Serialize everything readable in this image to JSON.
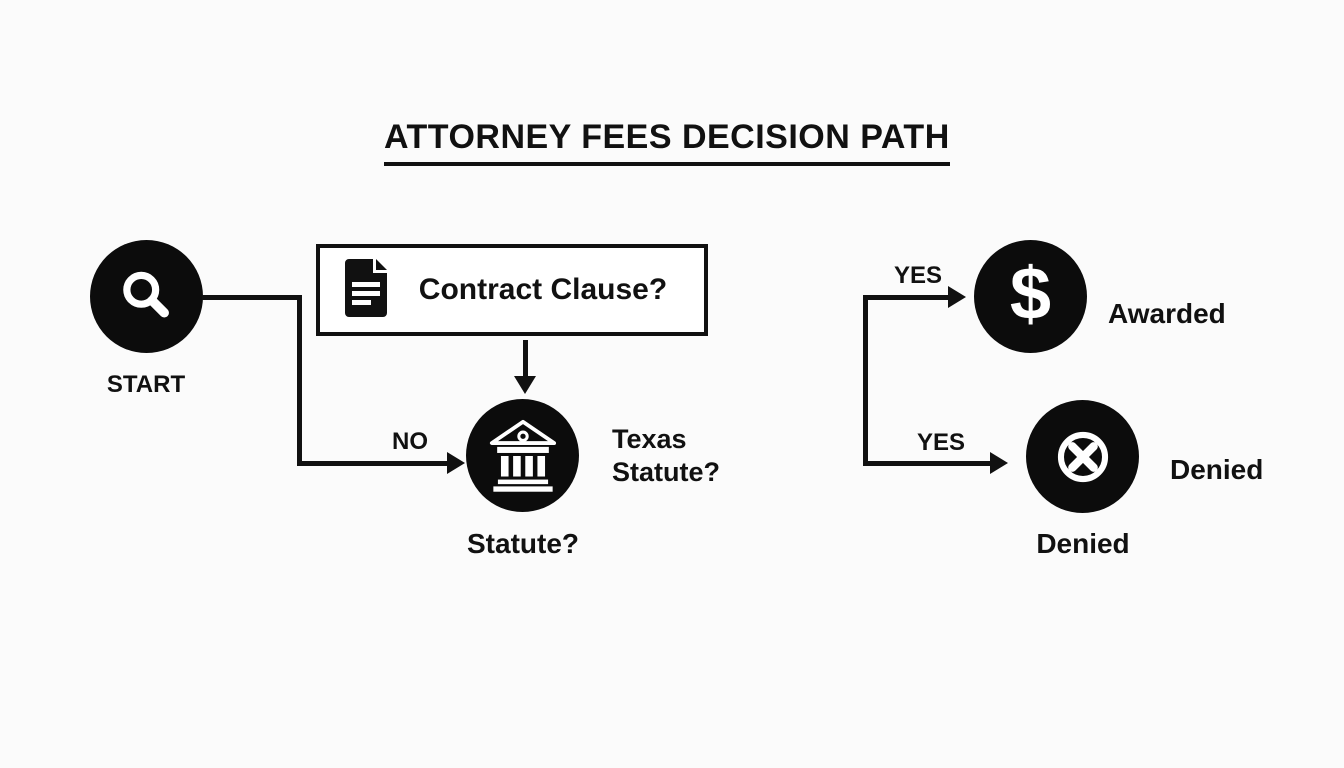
{
  "title": "ATTORNEY FEES DECISION PATH",
  "colors": {
    "ink": "#111111",
    "background": "#fbfbfb",
    "node_fill": "#0c0c0c",
    "icon_on_node": "#ffffff",
    "box_fill": "#ffffff"
  },
  "nodes": {
    "start": {
      "label": "START",
      "icon": "magnifier-icon"
    },
    "contract_clause": {
      "label": "Contract Clause?",
      "icon": "document-icon"
    },
    "texas_statute": {
      "side_label_line1": "Texas",
      "side_label_line2": "Statute?",
      "bottom_label": "Statute?",
      "icon": "bank-icon"
    },
    "awarded": {
      "label": "Awarded",
      "icon": "dollar-icon",
      "icon_glyph": "$"
    },
    "denied": {
      "side_label": "Denied",
      "bottom_label": "Denied",
      "icon": "circle-x-icon"
    }
  },
  "edges": {
    "start_to_statute_label": "NO",
    "statute_to_awarded_label": "YES",
    "statute_to_denied_label": "YES"
  }
}
